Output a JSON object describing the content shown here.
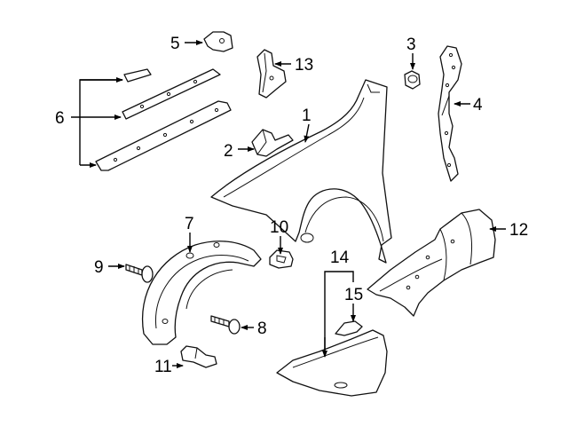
{
  "diagram": {
    "labels": {
      "c1": "1",
      "c2": "2",
      "c3": "3",
      "c4": "4",
      "c5": "5",
      "c6": "6",
      "c7": "7",
      "c8": "8",
      "c9": "9",
      "c10": "10",
      "c11": "11",
      "c12": "12",
      "c13": "13",
      "c14": "14",
      "c15": "15"
    },
    "line_color": "#000000",
    "background": "#ffffff"
  }
}
